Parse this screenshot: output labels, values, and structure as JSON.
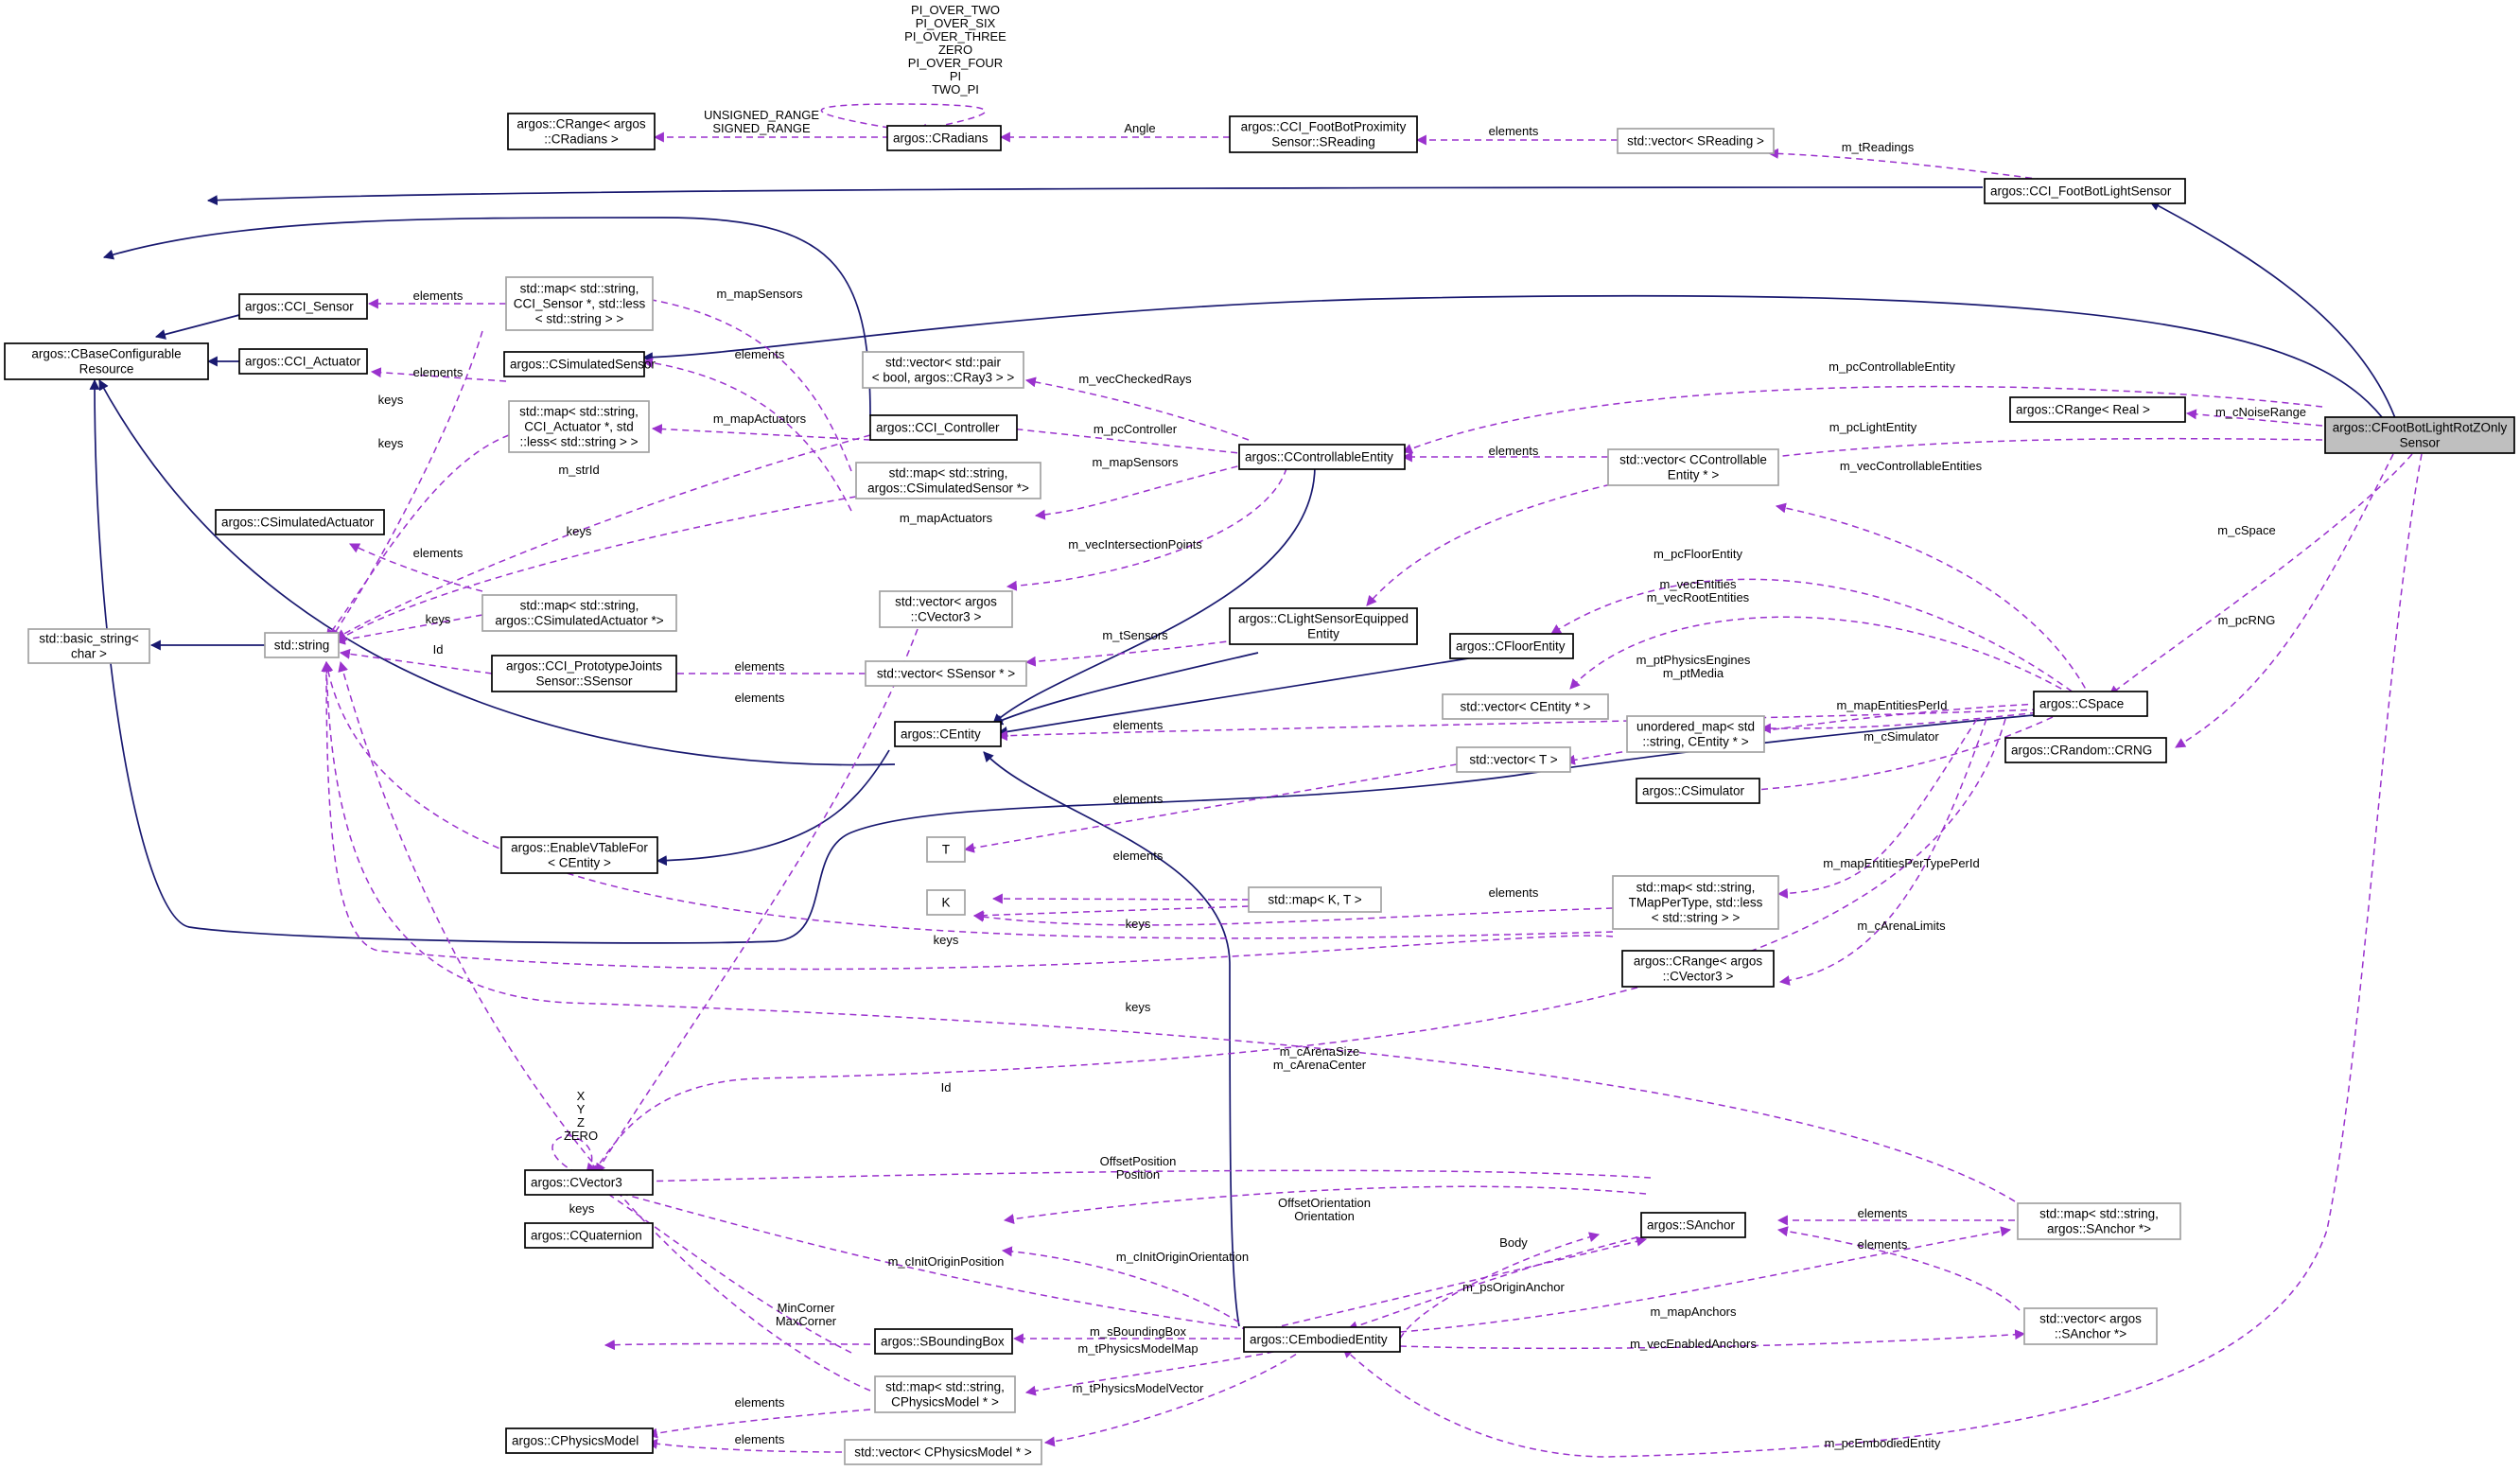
{
  "nodes": {
    "cbaseconfigurable": "argos::CBaseConfigurable\nResource",
    "cci_sensor": "argos::CCI_Sensor",
    "cci_actuator": "argos::CCI_Actuator",
    "csimulatedsensor": "argos::CSimulatedSensor",
    "csimulatedactuator": "argos::CSimulatedActuator",
    "stdstring": "std::string",
    "basic_string": "std::basic_string<\nchar >",
    "crange_radians": "argos::CRange< argos\n::CRadians >",
    "cradians": "argos::CRadians",
    "proximity_sreading": "argos::CCI_FootBotProximity\nSensor::SReading",
    "vector_sreading": "std::vector< SReading >",
    "cci_footbotlightsensor": "argos::CCI_FootBotLightSensor",
    "map_sensor": "std::map< std::string,\nCCI_Sensor *, std::less\n< std::string > >",
    "map_actuator": "std::map< std::string,\nCCI_Actuator *, std\n::less< std::string > >",
    "cci_controller": "argos::CCI_Controller",
    "vector_pair_ray": "std::vector< std::pair\n< bool, argos::CRay3 > >",
    "map_simsensor": "std::map< std::string,\nargos::CSimulatedSensor *>",
    "map_simactuator": "std::map< std::string,\nargos::CSimulatedActuator *>",
    "prototypejoints": "argos::CCI_PrototypeJoints\nSensor::SSensor",
    "vector_cvector3": "std::vector< argos\n::CVector3 >",
    "vector_ssensor": "std::vector< SSensor * >",
    "ccontrollableentity": "argos::CControllableEntity",
    "vector_ccontrollable": "std::vector< CControllable\nEntity * >",
    "crange_real": "argos::CRange< Real >",
    "focus": "argos::CFootBotLightRotZOnly\nSensor",
    "clightsensorequipped": "argos::CLightSensorEquipped\nEntity",
    "cfloorentity": "argos::CFloorEntity",
    "vector_centity": "std::vector< CEntity * >",
    "vector_t": "std::vector< T >",
    "unordered_map": "unordered_map< std\n::string, CEntity * >",
    "csimulator": "argos::CSimulator",
    "cspace": "argos::CSpace",
    "crandom_crng": "argos::CRandom::CRNG",
    "centity": "argos::CEntity",
    "enablevtable": "argos::EnableVTableFor\n< CEntity >",
    "t": "T",
    "k": "K",
    "map_kt": "std::map< K, T >",
    "map_tmap": "std::map< std::string,\nTMapPerType, std::less\n< std::string > >",
    "crange_cvector3": "argos::CRange< argos\n::CVector3 >",
    "cvector3": "argos::CVector3",
    "cquaternion": "argos::CQuaternion",
    "sanchor": "argos::SAnchor",
    "map_sanchor": "std::map< std::string,\nargos::SAnchor *>",
    "sboundingbox": "argos::SBoundingBox",
    "cembodiedentity": "argos::CEmbodiedEntity",
    "vector_sanchor": "std::vector< argos\n::SAnchor *>",
    "map_cphysicsmodel": "std::map< std::string,\nCPhysicsModel * >",
    "cphysicsmodel": "argos::CPhysicsModel",
    "vector_cphysicsmodel": "std::vector< CPhysicsModel * >"
  },
  "labels": {
    "cradians_self": "PI_OVER_TWO\nPI_OVER_SIX\nPI_OVER_THREE\nZERO\nPI_OVER_FOUR\nPI\nTWO_PI",
    "range_radians": "UNSIGNED_RANGE\nSIGNED_RANGE",
    "angle": "Angle",
    "elements_sreading": "elements",
    "m_treadings": "m_tReadings",
    "elements_map_sensor": "elements",
    "elements_map_actuator": "elements",
    "keys_map_sensor": "keys",
    "keys_map_actuator": "keys",
    "m_mapsensors_ctrl": "m_mapSensors",
    "m_mapactuators_ctrl": "m_mapActuators",
    "m_strid": "m_strId",
    "keys_simsensor": "keys",
    "elements_simsensor": "elements",
    "elements_simactuator": "elements",
    "keys_simactuator": "keys",
    "id_proto": "Id",
    "elements_ssensor": "elements",
    "elements_cvector3": "elements",
    "m_veccheckedrays": "m_vecCheckedRays",
    "m_pccontroller": "m_pcController",
    "m_mapsensors": "m_mapSensors",
    "m_mapactuators": "m_mapActuators",
    "m_vecintersectionpoints": "m_vecIntersectionPoints",
    "m_tsensors": "m_tSensors",
    "m_pccontrollableentity": "m_pcControllableEntity",
    "m_pclightentity": "m_pcLightEntity",
    "m_cnoiserange": "m_cNoiseRange",
    "elements_controllable": "elements",
    "m_veccontrollableentities": "m_vecControllableEntities",
    "m_pcfloorentity": "m_pcFloorEntity",
    "m_vecentities": "m_vecEntities\nm_vecRootEntities",
    "m_ptphysicsengines": "m_ptPhysicsEngines\nm_ptMedia",
    "m_mapentitiesperid": "m_mapEntitiesPerId",
    "m_csimulator": "m_cSimulator",
    "m_cspace": "m_cSpace",
    "m_pcrng": "m_pcRNG",
    "elements_centity": "elements",
    "elements_vector_t": "elements",
    "elements_map_kt": "elements",
    "keys_map_kt": "keys",
    "elements_map_tmap": "elements",
    "keys_map_tmap": "keys",
    "m_mapentitiespertypeperid": "m_mapEntitiesPerTypePerId",
    "m_carenalimits": "m_cArenaLimits",
    "keys_sanchor_map": "keys",
    "m_carenasize": "m_cArenaSize\nm_cArenaCenter",
    "cvector3_self": "X\nY\nZ\nZERO",
    "id_sanchor": "Id",
    "offsetposition": "OffsetPosition\nPosition",
    "offsetorientation": "OffsetOrientation\nOrientation",
    "body": "Body",
    "elements_map_sanchor": "elements",
    "elements_vector_sanchor": "elements",
    "m_cinitoriginposition": "m_cInitOriginPosition",
    "m_cinitoriginorientation": "m_cInitOriginOrientation",
    "m_psoriginanchor": "m_psOriginAnchor",
    "minmaxcorner": "MinCorner\nMaxCorner",
    "keys_physics": "keys",
    "m_sboundingbox": "m_sBoundingBox",
    "m_tphysicsmodelmap": "m_tPhysicsModelMap",
    "m_tphysicsmodelvector": "m_tPhysicsModelVector",
    "m_mapanchors": "m_mapAnchors",
    "m_vecenabledanchors": "m_vecEnabledAnchors",
    "elements_physics_map": "elements",
    "elements_physics_vec": "elements",
    "m_pcembodiedentity": "m_pcEmbodiedEntity"
  },
  "colors": {
    "inheritance_edge": "#191970",
    "usage_edge": "#9a32cd",
    "focus_fill": "#bfbfbf",
    "grey_border": "#a3a3a3"
  }
}
